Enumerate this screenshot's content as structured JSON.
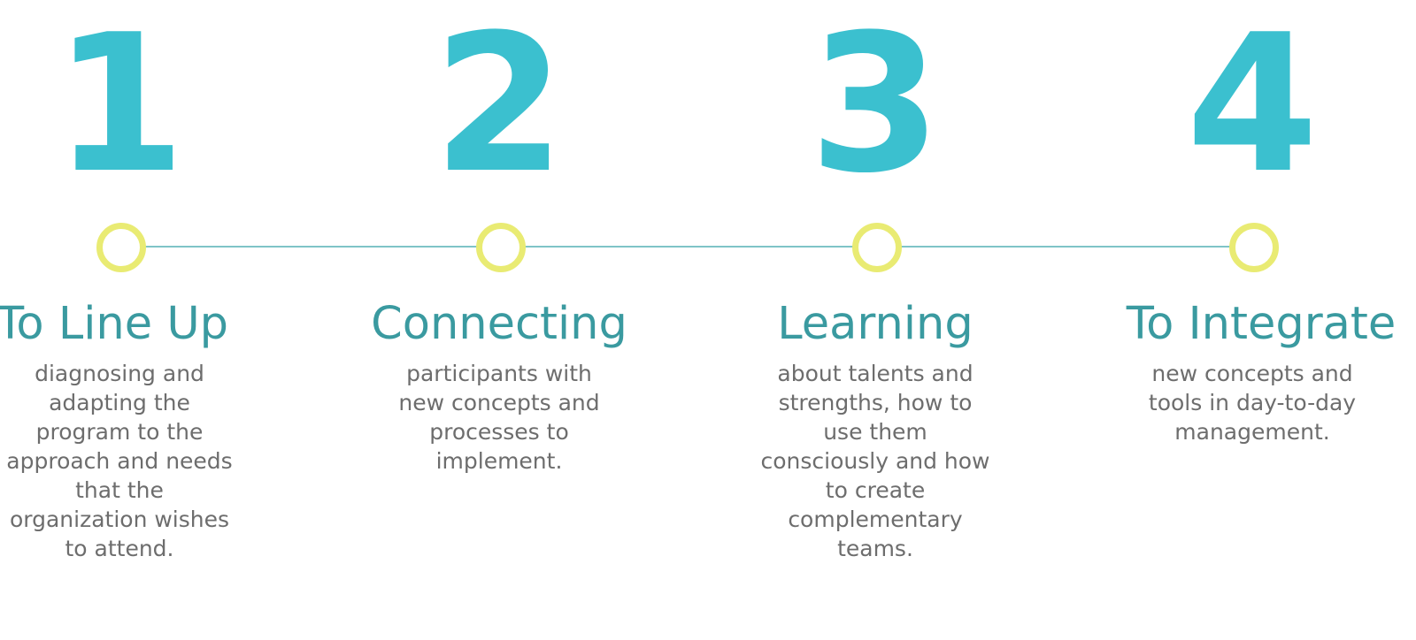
{
  "steps": [
    {
      "number": "1",
      "title": "To Line Up",
      "description": "diagnosing and adapting the program to the approach and needs that the organization wishes to attend."
    },
    {
      "number": "2",
      "title": "Connecting",
      "description": "participants with new concepts and processes to implement."
    },
    {
      "number": "3",
      "title": "Learning",
      "description": "about talents and strengths, how to use them consciously and how to create complementary teams."
    },
    {
      "number": "4",
      "title": "To Integrate",
      "description": "new concepts and tools in day-to-day management."
    }
  ],
  "colors": {
    "number": "#3bc0cf",
    "title": "#3a9aa0",
    "description": "#6d6d6d",
    "node": "#e9eb73",
    "line": "#7fc4c7"
  }
}
